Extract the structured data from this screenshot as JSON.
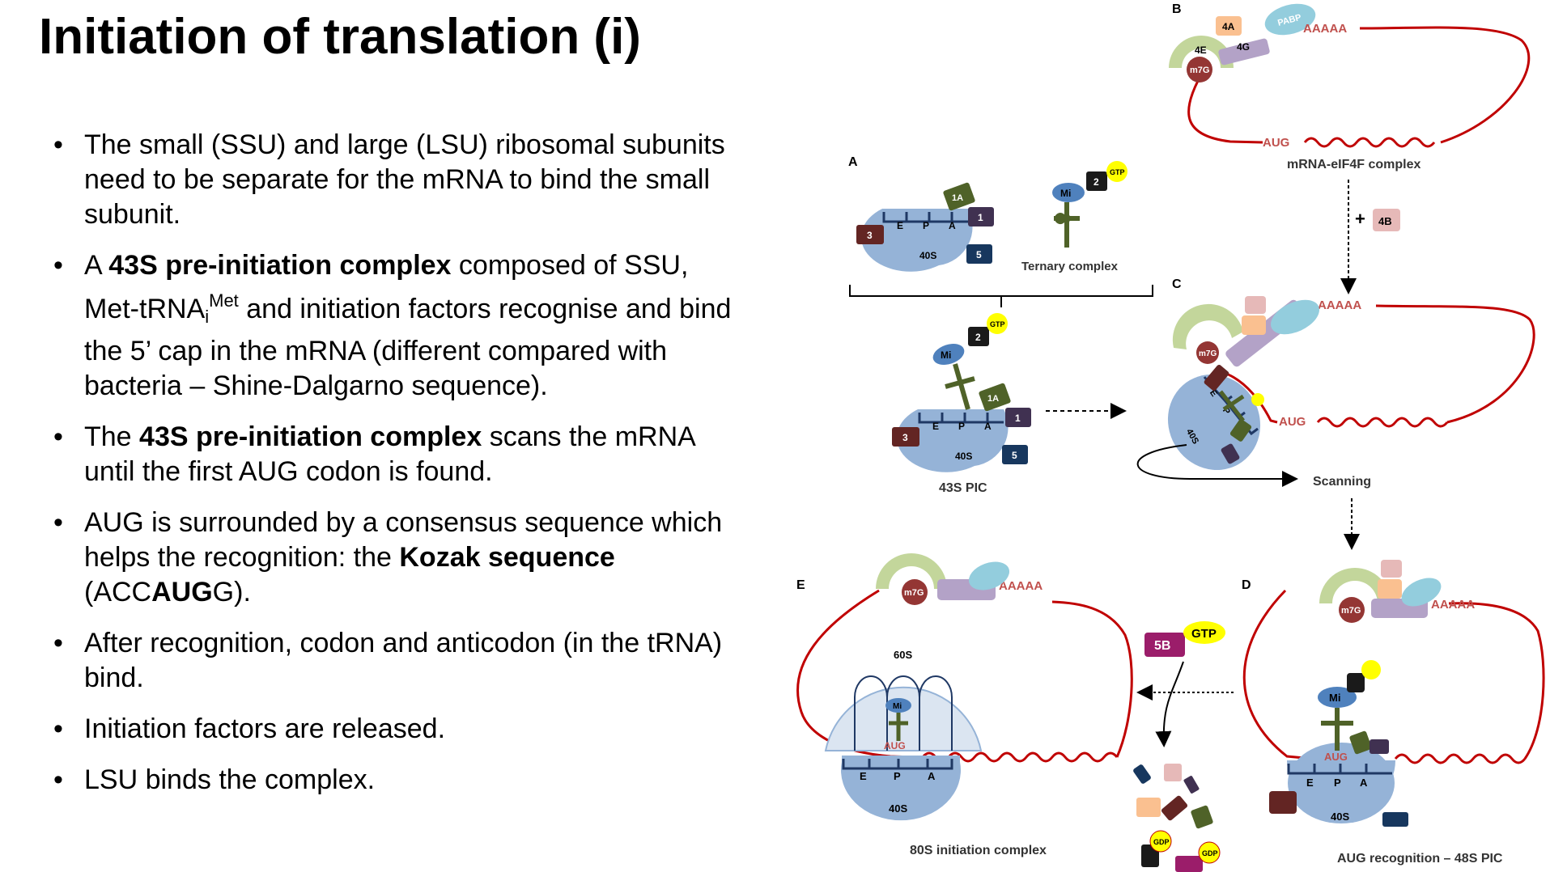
{
  "title": "Initiation of translation (i)",
  "bullets": {
    "b1": "The small (SSU) and large (LSU) ribosomal subunits need to be separate for the mRNA to bind the small subunit.",
    "b2": {
      "t1": "A ",
      "bold1": "43S pre-initiation complex",
      "t2": " composed of SSU, Met-tRNA",
      "sub": "i",
      "sup": "Met",
      "t3": " and initiation factors recognise and bind the 5’ cap in the mRNA (different compared with bacteria – Shine-Dalgarno sequence)."
    },
    "b3": {
      "t1": "The ",
      "bold1": "43S pre-initiation complex",
      "t2": " scans the mRNA until the first AUG codon is found."
    },
    "b4": {
      "t1": "AUG is surrounded by a consensus sequence which helps the recognition: the ",
      "bold1": "Kozak sequence",
      "t2": " (ACC",
      "bold2": "AUG",
      "t3": "G)."
    },
    "b5": "After recognition, codon and anticodon (in the tRNA) bind.",
    "b6": "Initiation factors are released.",
    "b7": "LSU binds the complex."
  },
  "diagram": {
    "panel_letters": {
      "a": "A",
      "b": "B",
      "c": "C",
      "d": "D",
      "e": "E"
    },
    "factors": {
      "f1": "1",
      "f1a": "1A",
      "f2": "2",
      "f3": "3",
      "f5": "5",
      "f4a": "4A",
      "f4e": "4E",
      "f4g": "4G",
      "f4b": "4B",
      "f5b": "5B",
      "pabp": "PABP",
      "gtp": "GTP",
      "gdp": "GDP",
      "plus": "+"
    },
    "labels": {
      "subunit_40s": "40S",
      "subunit_60s": "60S",
      "met": "Mi",
      "cap": "m7G",
      "site_e": "E",
      "site_p": "P",
      "site_a": "A",
      "polya": "AAAAA",
      "aug": "AUG",
      "ternary": "Ternary complex",
      "pic43s": "43S PIC",
      "mrna_eif4f": "mRNA-eIF4F complex",
      "scanning": "Scanning",
      "aug_recog": "AUG recognition – 48S PIC",
      "init80s": "80S initiation complex"
    },
    "colors": {
      "ribosome_40s": "#95b3d7",
      "ribosome_60s": "#dbe5f1",
      "mrna": "#c00000",
      "trna": "#4f6228",
      "met": "#4f81bd",
      "cap": "#943634",
      "eif4e": "#c3d69b",
      "eif4g": "#b3a2c7",
      "eif4a": "#fac090",
      "pabp": "#93cddd",
      "eif4b": "#e6b9b8",
      "eif1": "#403151",
      "eif1a": "#4f6228",
      "eif2": "#1a1a1a",
      "eif3": "#632523",
      "eif5": "#17375e",
      "eif5b": "#9b1d6a",
      "gtp": "#ffff00"
    }
  }
}
